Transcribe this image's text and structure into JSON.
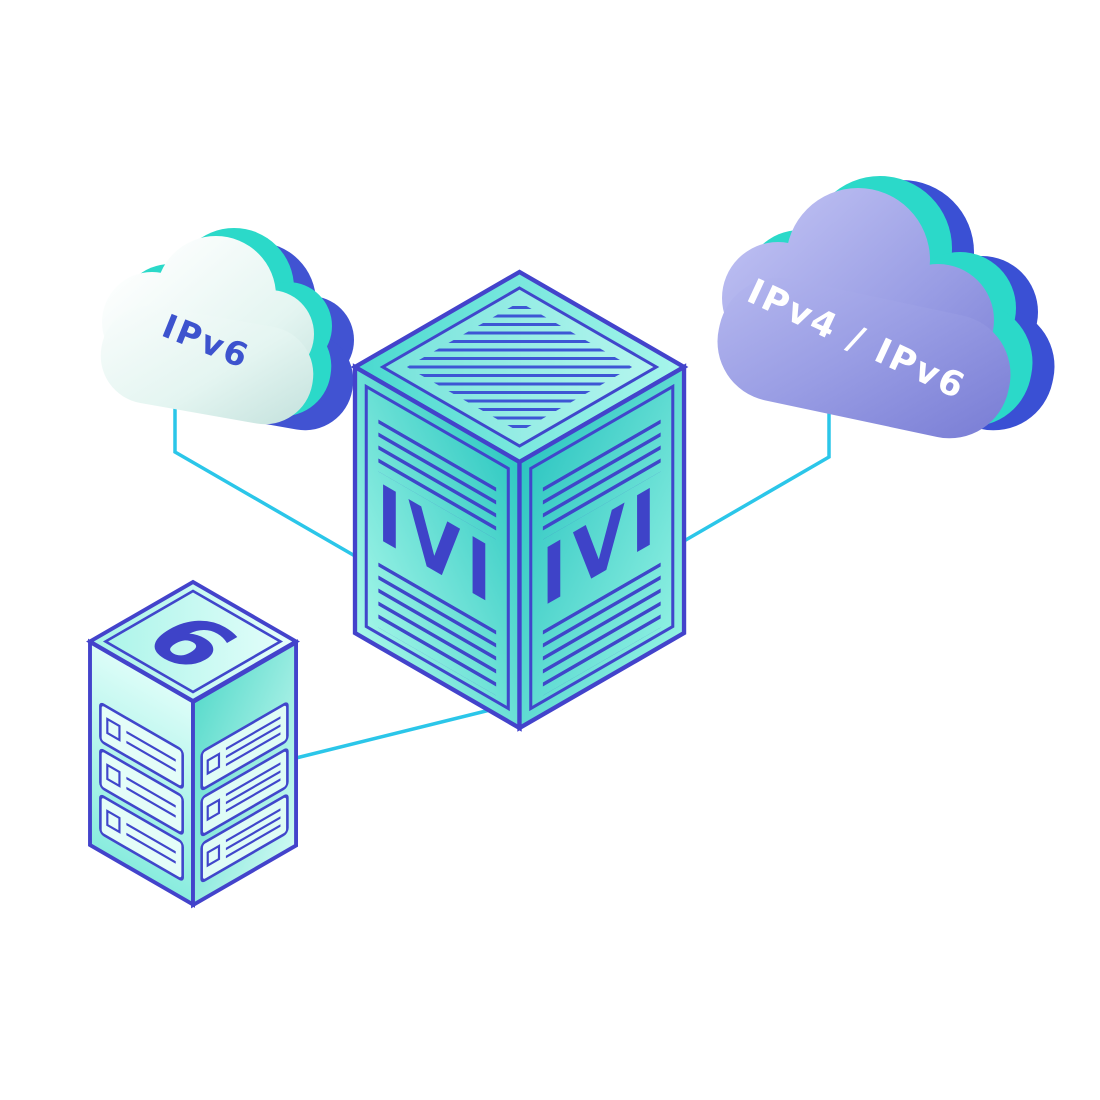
{
  "diagram": {
    "left_cloud": {
      "label": "IPv6"
    },
    "right_cloud": {
      "label": "IPv4 / IPv6"
    },
    "translator": {
      "left_face_label": "IVI",
      "right_face_label": "IVI"
    },
    "server": {
      "top_label": "6"
    },
    "colors": {
      "connector_cyan": "#2BC6E9",
      "teal_accent": "#2BD9C9",
      "indigo_outline": "#4343CB",
      "stripe_blue": "#3D56D4",
      "cloud_purple": "#8A8EDC",
      "cloud_white": "#F4FBF9",
      "box_aqua": "#8FF0E1",
      "label_indigo": "#3D53CE",
      "label_white": "#FFFFFF"
    }
  }
}
